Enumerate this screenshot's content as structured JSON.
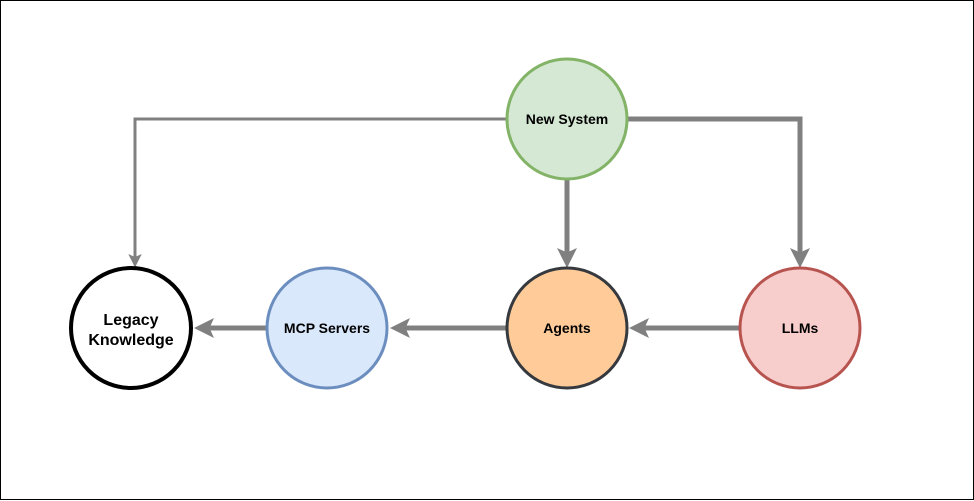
{
  "nodes": {
    "new_system": {
      "label": "New System",
      "fill": "#d5e8d4",
      "stroke": "#82b366"
    },
    "legacy": {
      "label_line1": "Legacy",
      "label_line2": "Knowledge",
      "fill": "#ffffff",
      "stroke": "#000000"
    },
    "mcp": {
      "label": "MCP Servers",
      "fill": "#dae8fc",
      "stroke": "#6c8ebf"
    },
    "agents": {
      "label": "Agents",
      "fill": "#ffcc99",
      "stroke": "#36393d"
    },
    "llms": {
      "label": "LLMs",
      "fill": "#f8cecc",
      "stroke": "#b85450"
    }
  },
  "edges": [
    {
      "from": "New System",
      "to": "Legacy Knowledge"
    },
    {
      "from": "New System",
      "to": "Agents"
    },
    {
      "from": "New System",
      "to": "LLMs"
    },
    {
      "from": "LLMs",
      "to": "Agents"
    },
    {
      "from": "Agents",
      "to": "MCP Servers"
    },
    {
      "from": "MCP Servers",
      "to": "Legacy Knowledge"
    }
  ],
  "edge_color": "#808080"
}
